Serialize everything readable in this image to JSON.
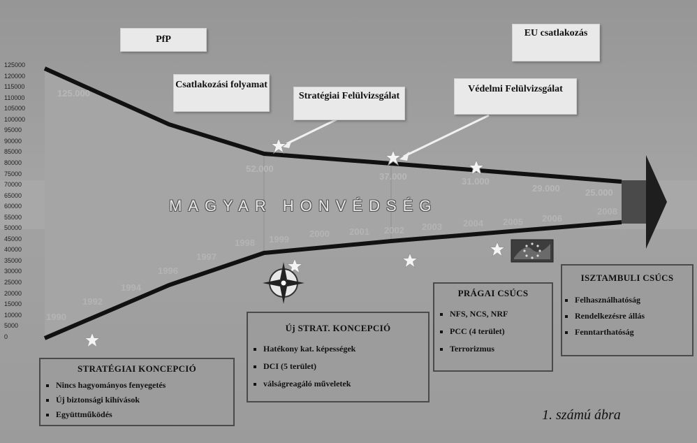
{
  "y_ticks": [
    "125000",
    "120000",
    "115000",
    "110000",
    "105000",
    "100000",
    "95000",
    "90000",
    "85000",
    "80000",
    "75000",
    "70000",
    "65000",
    "60000",
    "55000",
    "50000",
    "45000",
    "40000",
    "35000",
    "30000",
    "25000",
    "20000",
    "15000",
    "10000",
    "5000",
    "0"
  ],
  "years": [
    "1990",
    "1992",
    "1994",
    "1996",
    "1997",
    "1998",
    "1999",
    "2000",
    "2001",
    "2002",
    "2003",
    "2004",
    "2005",
    "2006",
    "2008"
  ],
  "strengths": [
    "125.000",
    "52.000",
    "37.000",
    "31.000",
    "29.000",
    "25.000"
  ],
  "banner": "MAGYAR HONVÉDSÉG",
  "boxes": {
    "pfp": "PfP",
    "eu": "EU csatlakozás",
    "csatlakozasi": "Csatlakozási folyamat",
    "strategiai": "Stratégiai Felülvizsgálat",
    "vedelmi": "Védelmi Felülvizsgálat"
  },
  "panels": {
    "strategiai_koncepcio": {
      "title": "STRATÉGIAI KONCEPCIÓ",
      "items": [
        "Nincs hagyományos fenyegetés",
        "Új biztonsági kihívások",
        "Együttműködés"
      ]
    },
    "uj_strat": {
      "title": "Új STRAT. KONCEPCIÓ",
      "items": [
        "Hatékony kat. képességek",
        "DCI (5 terület)",
        "válságreagáló műveletek"
      ]
    },
    "pragai": {
      "title": "PRÁGAI CSÚCS",
      "items": [
        "NFS, NCS, NRF",
        "PCC (4 terület)",
        "Terrorizmus"
      ]
    },
    "isztambuli": {
      "title": "ISZTAMBULI CSÚCS",
      "items": [
        "Felhasználhatóság",
        "Rendelkezésre állás",
        "Fenntarthatóság"
      ]
    }
  },
  "caption": "1. számú ábra",
  "colors": {
    "line": "#111111",
    "arrow": "#2b2b2b",
    "star": "#f2f2f2",
    "banner_band": "#a9a9a9"
  }
}
